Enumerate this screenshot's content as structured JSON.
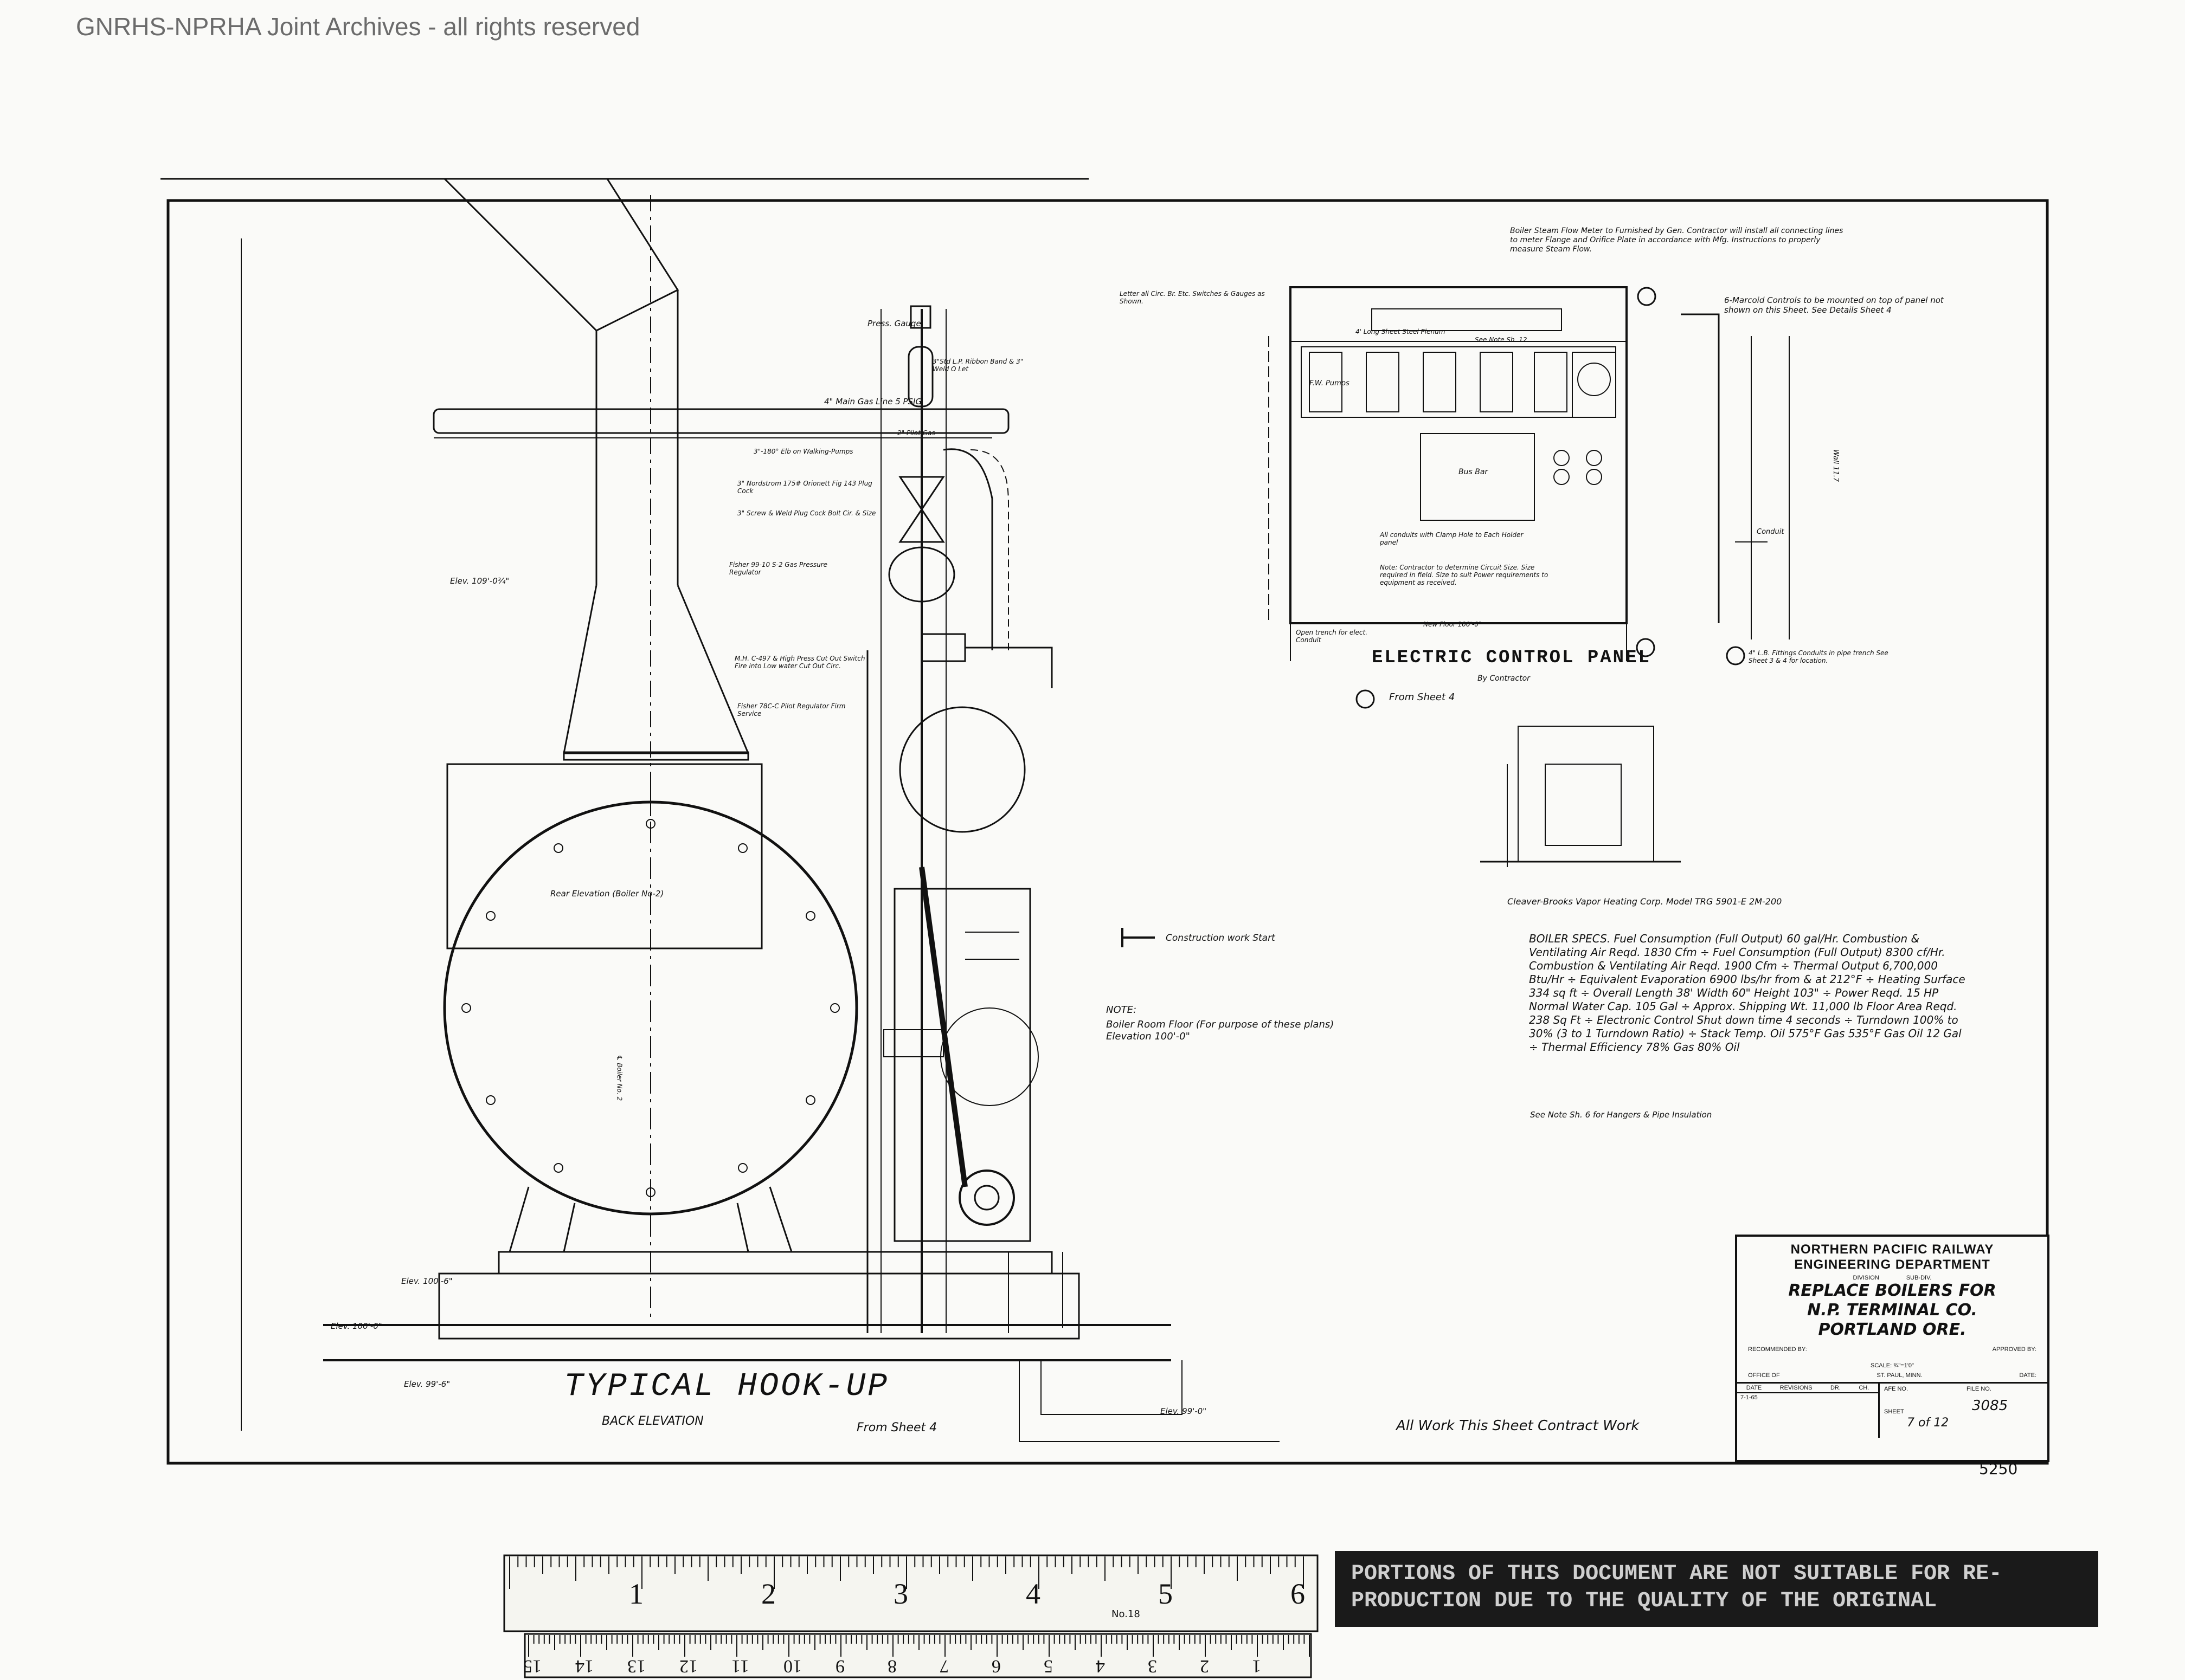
{
  "watermark": "GNRHS-NPRHA Joint Archives - all rights reserved",
  "drawing": {
    "hookup_title": "TYPICAL HOOK-UP",
    "hookup_subtitle": "BACK ELEVATION",
    "from_sheet_bottom": "From Sheet 4",
    "contract_note": "All Work This Sheet Contract Work",
    "rear_elevation": "Rear Elevation (Boiler No-2)",
    "boiler_axis": "℄ Boiler No. 2",
    "elev_109": "Elev. 109'-0¾\"",
    "elev_100_6": "Elev. 100'-6\"",
    "elev_100_0": "Elev. 100'-0\"",
    "elev_99_6": "Elev. 99'-6\"",
    "elev_99_0": "Elev. 99'-0\"",
    "press_gauge": "Press. Gauge",
    "pipe_labels": [
      "3\"Std L.P. Ribbon Band & 3\" Weld O Let",
      "4\" Main Gas Line 5 PSIG",
      "2\" Pilot Gas",
      "3\"-180° Elb on Walking-Pumps",
      "3\" Nordstrom 175# Orionett Fig 143 Plug Cock",
      "3\" Screw & Weld Plug Cock Bolt Cir. & Size",
      "Fisher 99-10 S-2 Gas Pressure Regulator",
      "M.H. C-497 & High Press Cut Out Switch Fire into Low water Cut Out Circ.",
      "Fisher 78C-C Pilot Regulator Firm Service"
    ],
    "construction_start": "Construction work Start",
    "note_title": "NOTE:",
    "note_body": "Boiler Room Floor (For purpose of these plans) Elevation 100'-0\"",
    "steam_meter_note": "Boiler Steam Flow Meter to Furnished by Gen. Contractor will install all connecting lines to meter Flange and Orifice Plate in accordance with Mfg. Instructions to properly measure Steam Flow.",
    "marcoid_note": "6-Marcoid Controls to be mounted on top of panel not shown on this Sheet. See Details Sheet 4",
    "lefter_note": "Letter all Circ. Br. Etc. Switches & Gauges as Shown.",
    "panel_top": "4' Long Sheet Steel Plenum",
    "see_note": "See Note Sh. 12",
    "pumps": "F.W. Pumps",
    "bus_bar": "Bus Bar",
    "enclosure_note": "All conduits with Clamp Hole to Each Holder panel",
    "contractor_note": "Note: Contractor to determine Circuit Size. Size required in field. Size to suit Power requirements to equipment as received.",
    "new_floor": "New Floor 100'-0\"",
    "open_trench": "Open trench for elect. Conduit",
    "panel_title": "ELECTRIC CONTROL PANEL",
    "panel_sub": "By Contractor",
    "from_sheet_panel": "From Sheet 4",
    "conduit": "Conduit",
    "wall_label": "Wall 11.7",
    "lb_note": "4\" L.B. Fittings Conduits in pipe trench See Sheet 3 & 4 for location.",
    "heater_caption": "Cleaver-Brooks Vapor Heating Corp. Model TRG 5901-E 2M-200",
    "boiler_specs": "BOILER SPECS. Fuel Consumption (Full Output) 60 gal/Hr. Combustion & Ventilating Air Reqd. 1830 Cfm ÷ Fuel Consumption (Full Output) 8300 cf/Hr. Combustion & Ventilating Air Reqd. 1900 Cfm ÷ Thermal Output 6,700,000 Btu/Hr ÷ Equivalent Evaporation 6900 lbs/hr from & at 212°F ÷ Heating Surface 334 sq ft ÷ Overall Length 38' Width 60\" Height 103\" ÷ Power Reqd. 15 HP Normal Water Cap. 105 Gal ÷ Approx. Shipping Wt. 11,000 lb Floor Area Reqd. 238 Sq Ft ÷ Electronic Control Shut down time 4 seconds ÷ Turndown 100% to 30% (3 to 1 Turndown Ratio) ÷ Stack Temp. Oil 575°F Gas 535°F Gas Oil 12 Gal ÷ Thermal Efficiency 78% Gas 80% Oil",
    "insulation_note": "See Note Sh. 6 for Hangers & Pipe Insulation"
  },
  "title_block": {
    "railway": "NORTHERN PACIFIC RAILWAY",
    "department": "ENGINEERING DEPARTMENT",
    "division": "DIVISION",
    "subdiv": "SUB-DIV.",
    "project_l1": "REPLACE BOILERS FOR",
    "project_l2": "N.P. TERMINAL CO.",
    "project_l3": "PORTLAND ORE.",
    "recommended": "RECOMMENDED BY:",
    "approved": "APPROVED BY:",
    "scale": "SCALE: ¾\"=1'0\"",
    "office": "OFFICE OF",
    "place": "ST. PAUL, MINN.",
    "date_lbl": "DATE:",
    "revisions": "REVISIONS",
    "rev_cols": [
      "DATE",
      "REVISIONS",
      "DR.",
      "CH."
    ],
    "rev_row": "7-1-65",
    "afe_lbl": "AFE NO.",
    "sheet_lbl": "SHEET",
    "sheet": "7 of 12",
    "file_lbl": "FILE NO.",
    "file": "3085",
    "number_below": "5250"
  },
  "ruler": {
    "inches": [
      "1",
      "2",
      "3",
      "4",
      "5",
      "6"
    ],
    "model": "No.18",
    "cm": [
      "1",
      "2",
      "3",
      "4",
      "5",
      "6",
      "7",
      "8",
      "9",
      "10",
      "11",
      "12",
      "13",
      "14",
      "15"
    ]
  },
  "notice_text": "PORTIONS OF THIS DOCUMENT ARE NOT SUITABLE FOR RE-PRODUCTION DUE TO THE QUALITY OF THE ORIGINAL"
}
